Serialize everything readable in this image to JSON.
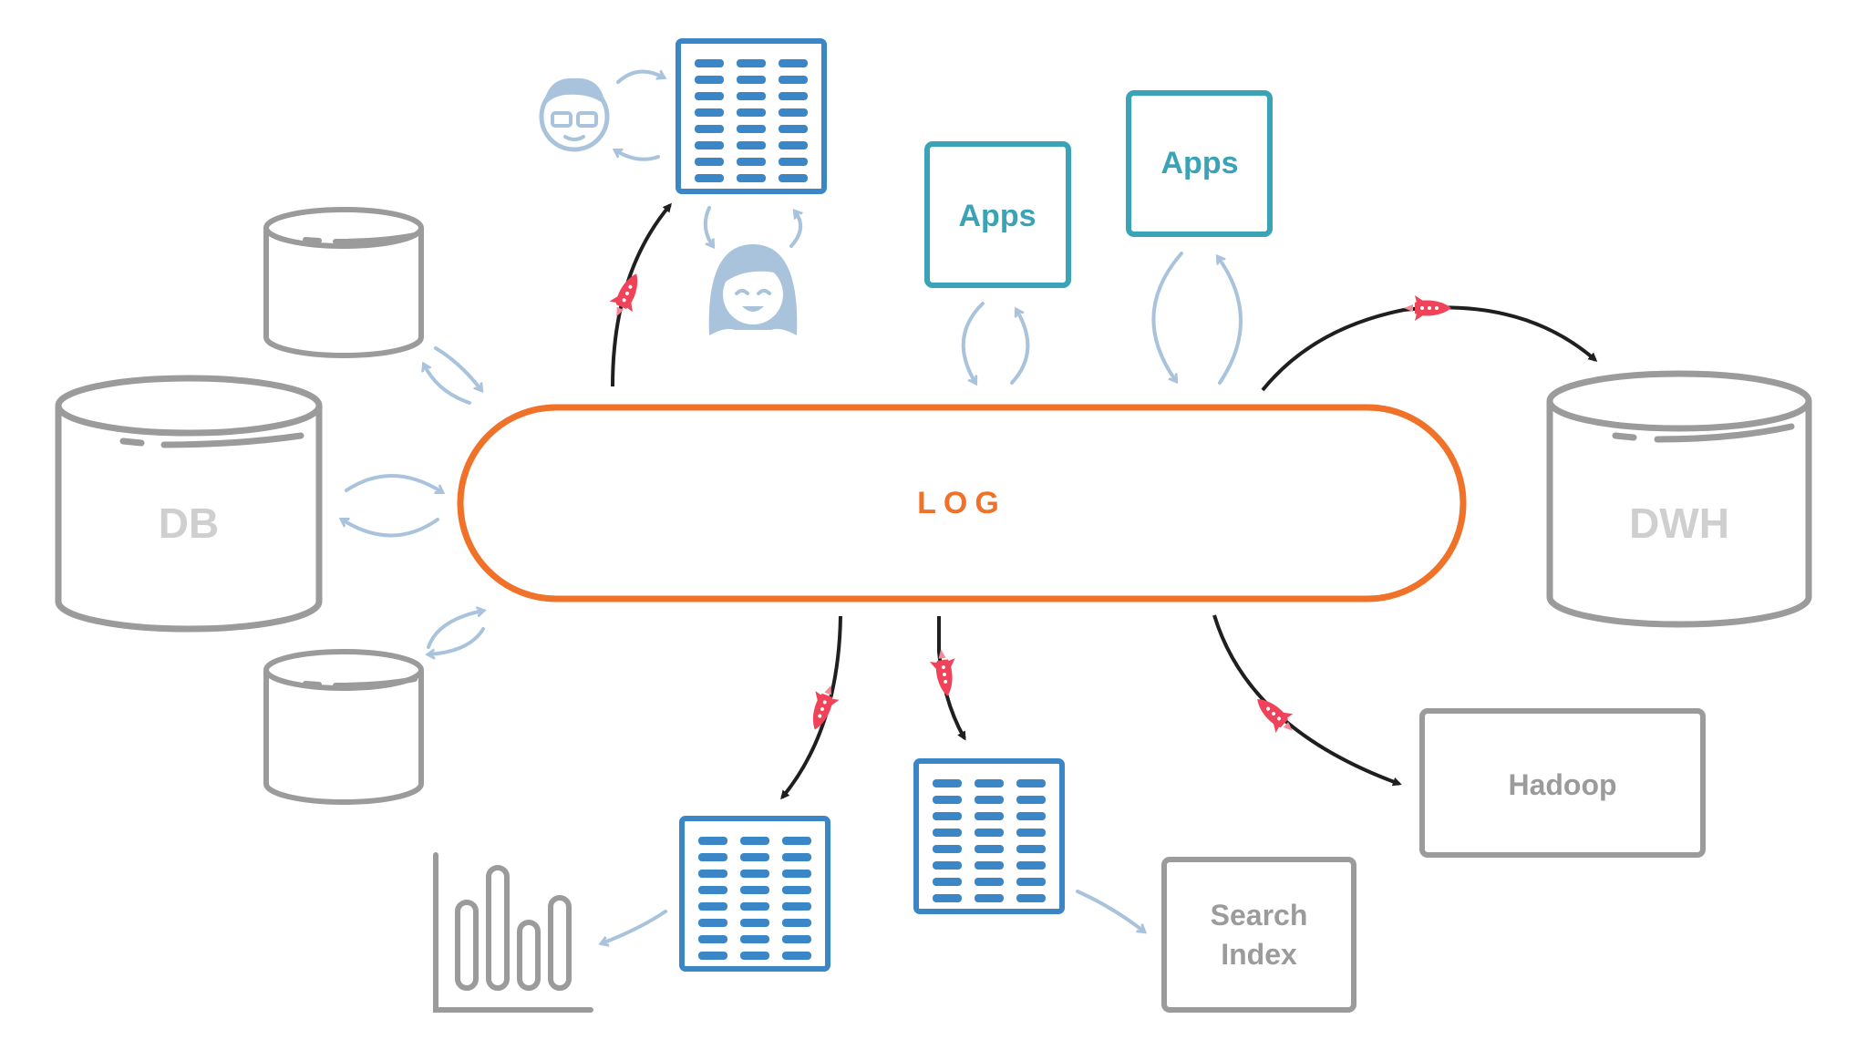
{
  "log": {
    "label": "LOG",
    "color": "#f07128"
  },
  "db": {
    "label": "DB"
  },
  "dwh": {
    "label": "DWH"
  },
  "apps": [
    {
      "label": "Apps"
    },
    {
      "label": "Apps"
    }
  ],
  "hadoop": {
    "label": "Hadoop"
  },
  "search_index": {
    "line1": "Search",
    "line2": "Index"
  },
  "colors": {
    "orange": "#f07128",
    "teal": "#3aa3b5",
    "blue": "#3a86c6",
    "light_blue": "#a9c3dc",
    "gray": "#9b9b9b",
    "light_gray": "#cfcfcf",
    "rocket_red": "#f0435a",
    "dark": "#1f1f1f"
  }
}
